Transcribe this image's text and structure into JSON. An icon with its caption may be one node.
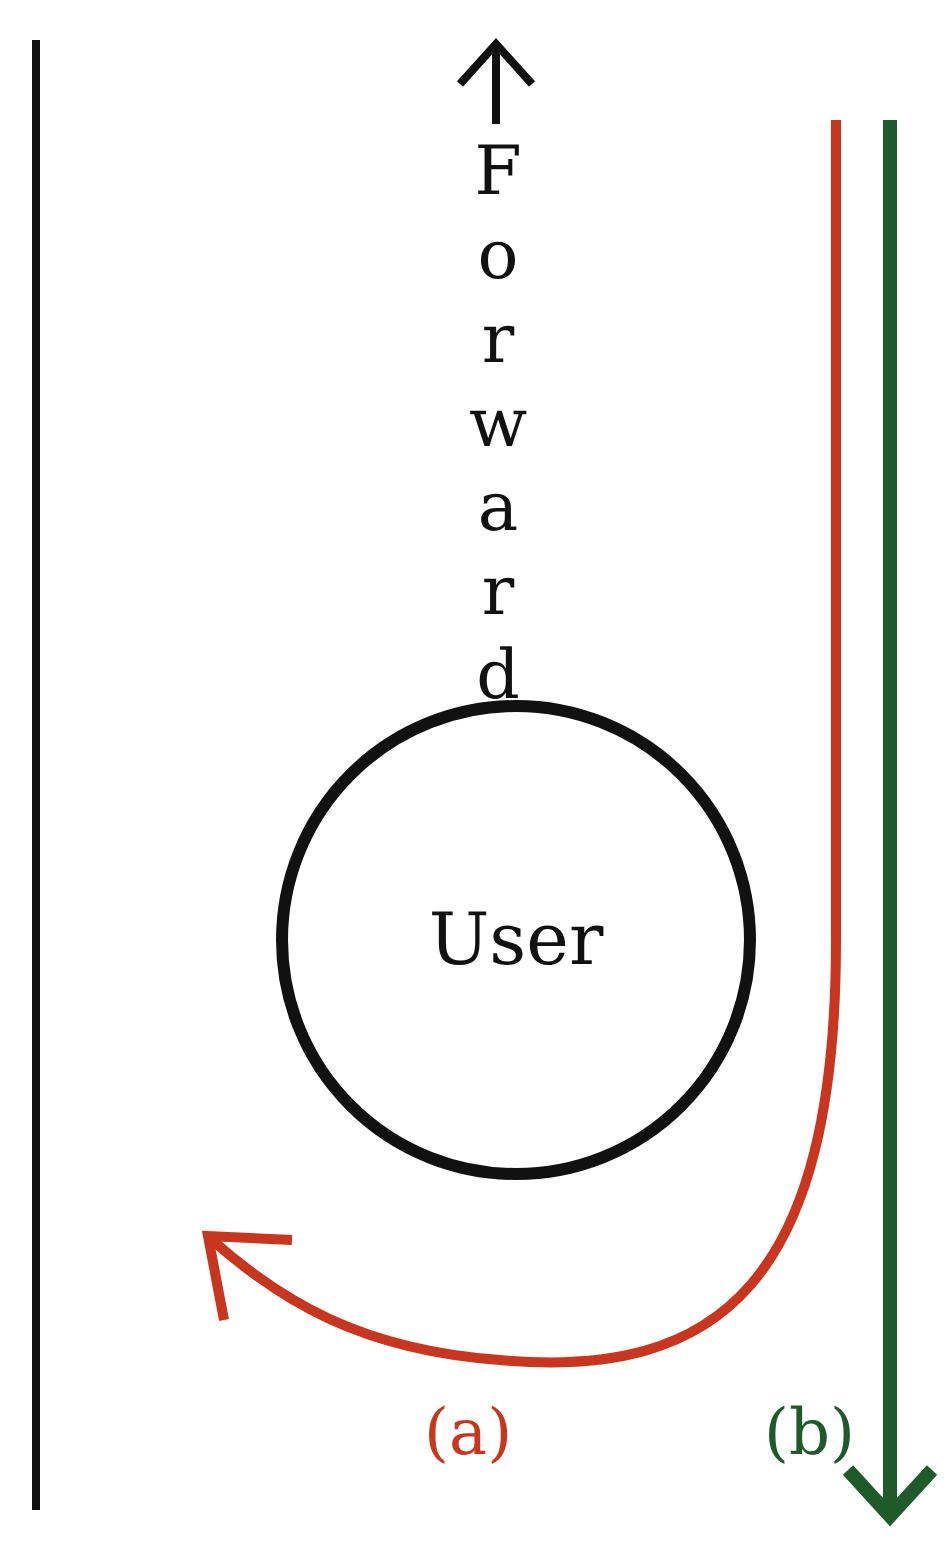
{
  "diagram": {
    "nodes": [
      {
        "text": [
          "User"
        ]
      }
    ],
    "labels": [
      "Forward",
      "(a)",
      "(b)"
    ]
  }
}
